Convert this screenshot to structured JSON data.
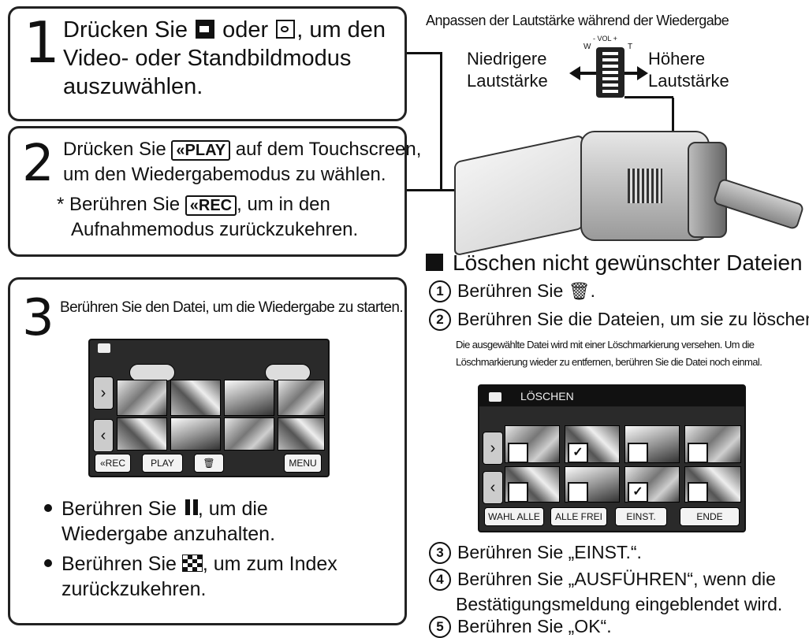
{
  "step1": {
    "num": "1",
    "line1_a": "Drücken Sie",
    "line1_b": "oder",
    "line1_c": ", um den",
    "line2": "Video- oder Standbildmodus",
    "line3": "auszuwählen."
  },
  "step2": {
    "num": "2",
    "line1_a": "Drücken Sie",
    "play_key": "«PLAY",
    "line1_b": "auf dem Touchscreen,",
    "line2": "um den Wiedergabemodus zu wählen.",
    "note_a": "* Berühren Sie",
    "rec_key": "«REC",
    "note_b": ", um in den",
    "note_c": "Aufnahmemodus zurückzukehren."
  },
  "step3": {
    "num": "3",
    "text": "Berühren Sie den Datei, um die Wiedergabe zu starten.",
    "screen": {
      "rec_btn": "«REC",
      "play_btn": "PLAY",
      "menu_btn": "MENU"
    },
    "bullet1_a": "Berühren Sie",
    "bullet1_b": ", um die",
    "bullet1_c": "Wiedergabe anzuhalten.",
    "bullet2_a": "Berühren Sie",
    "bullet2_b": ", um zum Index",
    "bullet2_c": "zurückzukehren."
  },
  "volume": {
    "title": "Anpassen der Lautstärke während der Wiedergabe",
    "left_1": "Niedrigere",
    "left_2": "Lautstärke",
    "right_1": "Höhere",
    "right_2": "Lautstärke",
    "dial": "- VOL +",
    "w": "W",
    "t": "T"
  },
  "delete": {
    "title": "Löschen nicht gewünschter Dateien",
    "s1_num": "1",
    "s1": "Berühren Sie",
    "s2_num": "2",
    "s2": "Berühren Sie die Dateien, um sie zu löschen.",
    "s2_note1": "Die ausgewählte Datei wird mit einer Löschmarkierung versehen. Um die",
    "s2_note2": "Löschmarkierung wieder zu entfernen, berühren Sie die Datei noch einmal.",
    "screen": {
      "header": "LÖSCHEN",
      "btn_all": "WAHL ALLE",
      "btn_free": "ALLE FREI",
      "btn_set": "EINST.",
      "btn_end": "ENDE"
    },
    "s3_num": "3",
    "s3": "Berühren Sie „EINST.“.",
    "s4_num": "4",
    "s4a": "Berühren Sie „AUSFÜHREN“, wenn die",
    "s4b": "Bestätigungsmeldung eingeblendet wird.",
    "s5_num": "5",
    "s5": "Berühren Sie „OK“."
  }
}
